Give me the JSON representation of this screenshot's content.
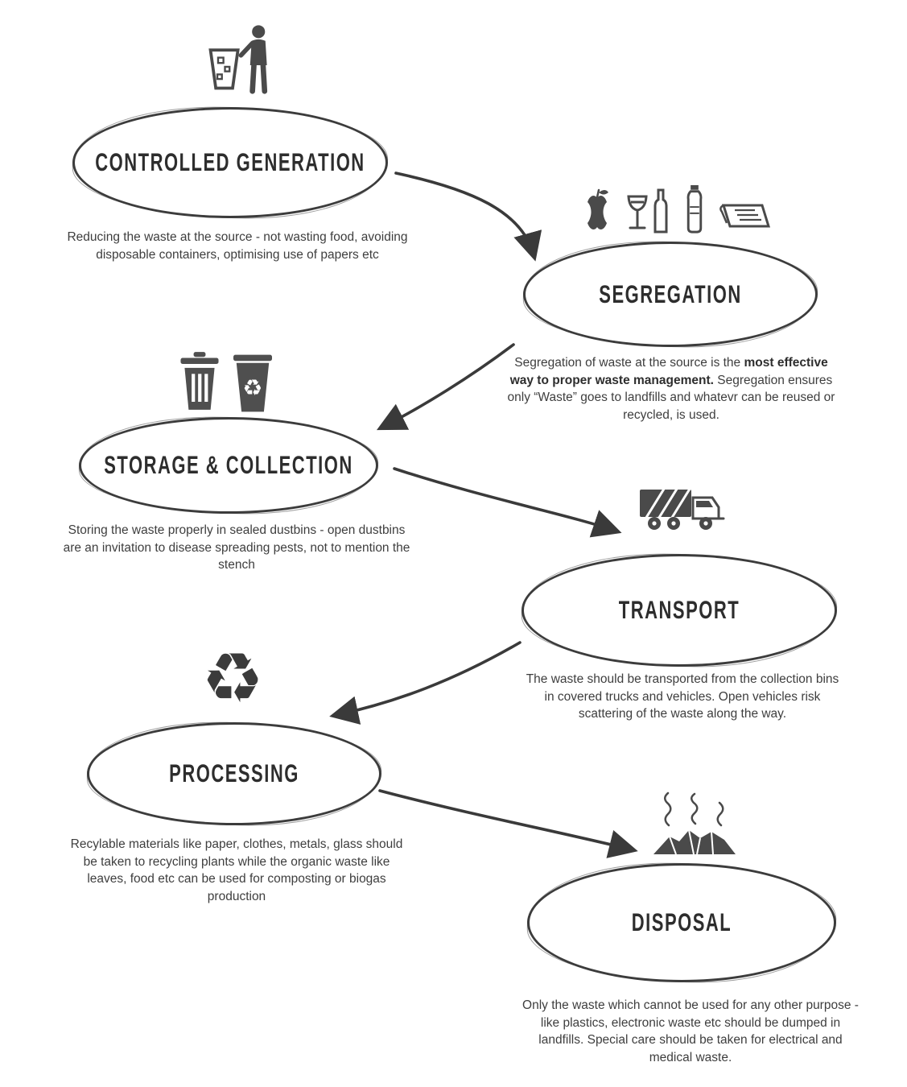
{
  "colors": {
    "ink": "#3a3a3a",
    "text": "#3e3e3e",
    "icon": "#4a4a4a"
  },
  "icons": {
    "recycle_glyph": "♻",
    "names": [
      "littering-person-icon",
      "apple-core-icon",
      "wine-glass-bottle-icon",
      "water-bottle-icon",
      "newspaper-icon",
      "trash-can-icon",
      "recycle-bin-icon",
      "garbage-truck-icon",
      "recycle-symbol-icon",
      "landfill-smoke-icon"
    ]
  },
  "steps": [
    {
      "title": "CONTROLLED GENERATION",
      "description": "Reducing the waste at the source - not wasting food, avoiding disposable containers, optimising use of papers etc"
    },
    {
      "title": "SEGREGATION",
      "description_pre": "Segregation of waste at the source is the ",
      "description_bold": "most effective way to proper waste management.",
      "description_post": " Segregation ensures only “Waste” goes to landfills and whatevr can be reused or recycled, is used."
    },
    {
      "title": "STORAGE & COLLECTION",
      "description": "Storing the waste properly in sealed dustbins - open dustbins are an invitation to disease spreading pests, not to mention the stench"
    },
    {
      "title": "TRANSPORT",
      "description": "The waste should be transported from the collection bins in covered trucks and vehicles. Open vehicles risk scattering of the waste along the way."
    },
    {
      "title": "PROCESSING",
      "description": "Recylable materials like paper, clothes, metals, glass should be taken to recycling plants while the organic waste like leaves, food etc can be used for composting or biogas production"
    },
    {
      "title": "DISPOSAL",
      "description": "Only the waste which cannot be used for any other purpose - like plastics, electronic waste etc should be dumped in landfills. Special care should be taken for electrical and medical waste."
    }
  ]
}
